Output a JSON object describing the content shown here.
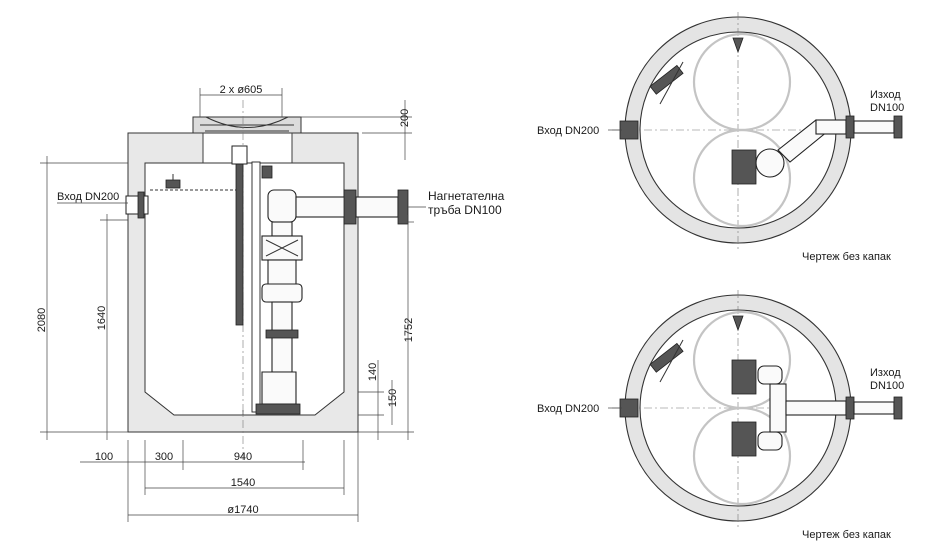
{
  "section": {
    "top_dim": "2 x ø605",
    "dim_200": "200",
    "dim_2080": "2080",
    "dim_1640": "1640",
    "dim_1752": "1752",
    "dim_140": "140",
    "dim_150": "150",
    "dim_100": "100",
    "dim_300": "300",
    "dim_940": "940",
    "dim_1540": "1540",
    "dim_1740": "ø1740",
    "inlet_label": "Вход DN200",
    "outlet_label_line1": "Нагнетателна",
    "outlet_label_line2": "тръба DN100"
  },
  "plan_top": {
    "inlet_label": "Вход DN200",
    "outlet_label_line1": "Изход",
    "outlet_label_line2": "DN100",
    "caption": "Чертеж без капак"
  },
  "plan_bottom": {
    "inlet_label": "Вход DN200",
    "outlet_label_line1": "Изход",
    "outlet_label_line2": "DN100",
    "caption": "Чертеж без капак"
  }
}
